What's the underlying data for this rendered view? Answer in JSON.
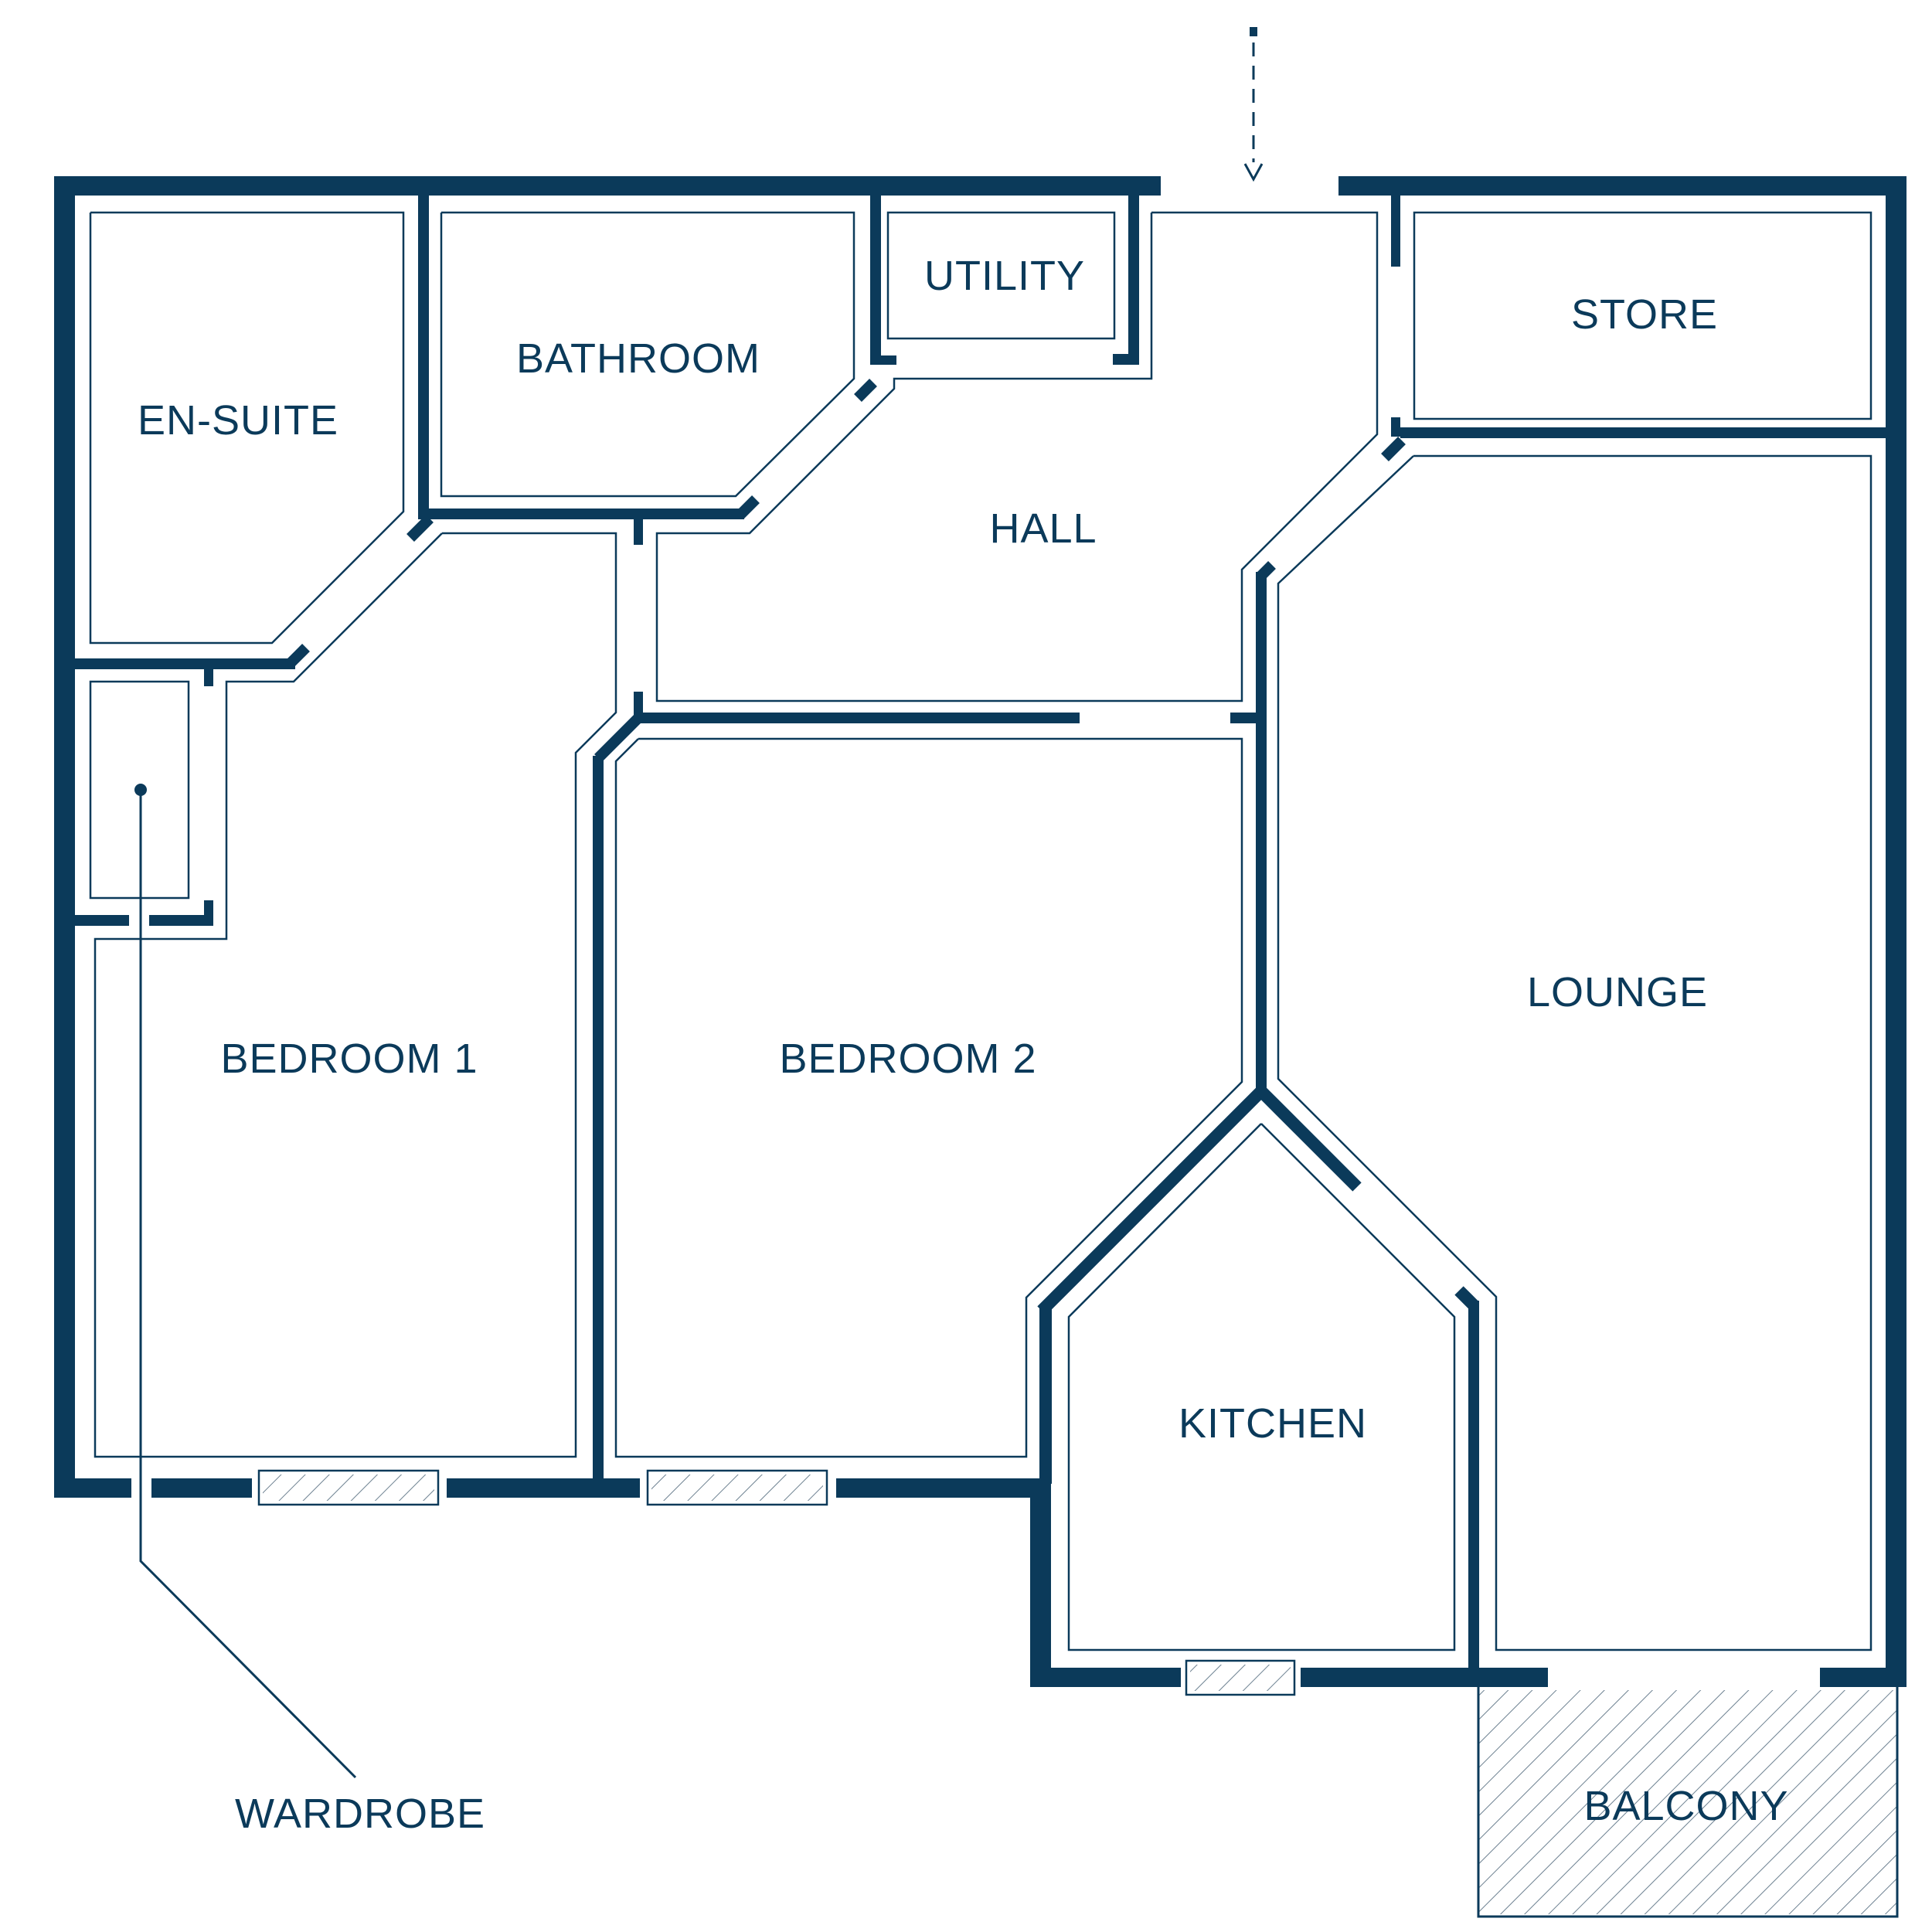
{
  "rooms": {
    "en_suite": "EN-SUITE",
    "bathroom": "BATHROOM",
    "utility": "UTILITY",
    "store": "STORE",
    "hall": "HALL",
    "bedroom_1": "BEDROOM 1",
    "bedroom_2": "BEDROOM 2",
    "lounge": "LOUNGE",
    "kitchen": "KITCHEN",
    "balcony": "BALCONY"
  },
  "annotations": {
    "wardrobe": "WARDROBE"
  },
  "colors": {
    "wall": "#0b3a5a",
    "background": "#ffffff",
    "hatch": "#6d8191"
  },
  "icons": {
    "entrance": "dashed-arrow-down-icon"
  }
}
